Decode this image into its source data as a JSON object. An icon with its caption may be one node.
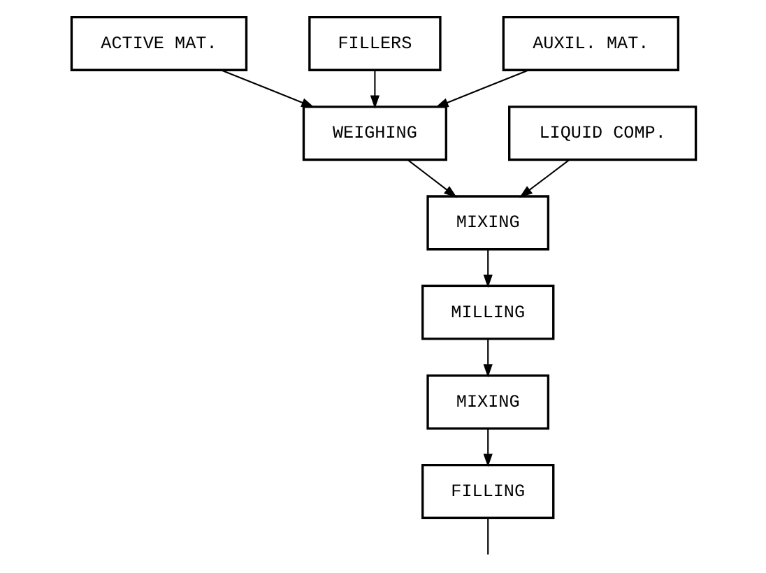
{
  "diagram": {
    "nodes": [
      {
        "text": [
          "ACTIVE MAT."
        ]
      },
      {
        "text": [
          "FILLERS"
        ]
      },
      {
        "text": [
          "AUXIL. MAT."
        ]
      },
      {
        "text": [
          "WEIGHING"
        ]
      },
      {
        "text": [
          "LIQUID COMP."
        ]
      },
      {
        "text": [
          "MIXING"
        ]
      },
      {
        "text": [
          "MILLING"
        ]
      },
      {
        "text": [
          "MIXING"
        ]
      },
      {
        "text": [
          "FILLING"
        ]
      }
    ],
    "edges": [
      {
        "from": 0,
        "to": 3,
        "arrow": "to"
      },
      {
        "from": 1,
        "to": 3,
        "arrow": "to"
      },
      {
        "from": 2,
        "to": 3,
        "arrow": "to"
      },
      {
        "from": 3,
        "to": 5,
        "arrow": "to"
      },
      {
        "from": 4,
        "to": 5,
        "arrow": "to"
      },
      {
        "from": 5,
        "to": 6,
        "arrow": "to"
      },
      {
        "from": 6,
        "to": 7,
        "arrow": "to"
      },
      {
        "from": 7,
        "to": 8,
        "arrow": "to"
      },
      {
        "from": 8,
        "to": null,
        "arrow": "none"
      }
    ]
  }
}
